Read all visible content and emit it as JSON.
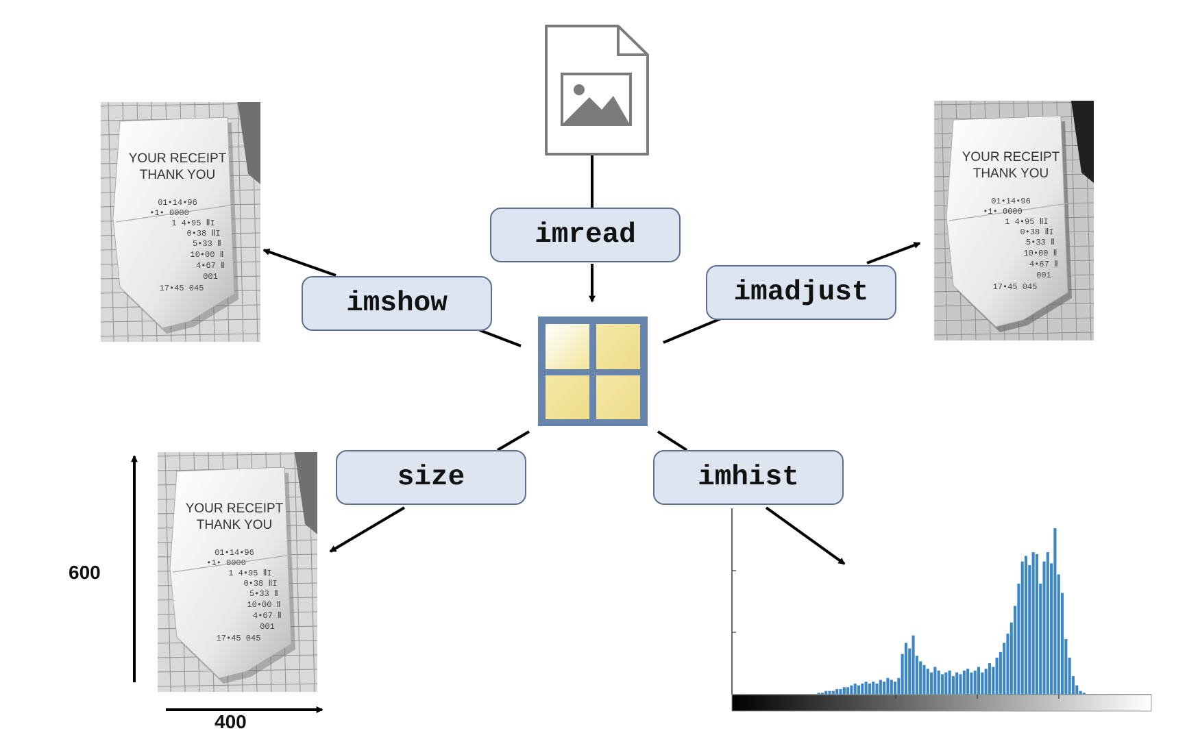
{
  "functions": {
    "imread": "imread",
    "imshow": "imshow",
    "imadjust": "imadjust",
    "size": "size",
    "imhist": "imhist"
  },
  "receipt": {
    "line1": "YOUR RECEIPT",
    "line2": "THANK YOU",
    "rows": [
      "01•14•96",
      "•1•      0000",
      "1        4•95  ⅡI",
      "0•38  ⅡI",
      "5•33  Ⅱ",
      "10•00  Ⅱ",
      "4•67  Ⅱ",
      "001",
      "17•45 045"
    ]
  },
  "dimensions": {
    "height": "600",
    "width": "400"
  },
  "icons": [
    "image-file-icon",
    "image-matrix-icon"
  ],
  "colors": {
    "box_fill": "#dce5f0",
    "box_border": "#5a6f8f",
    "histogram_bar": "#3b86c8",
    "arrow": "#000000"
  },
  "chart_data": {
    "type": "bar",
    "values": [
      0,
      0,
      0,
      0,
      0,
      0,
      0,
      0,
      0,
      0,
      0,
      0,
      0,
      0,
      0,
      0,
      0,
      0,
      0,
      0,
      0,
      0,
      0,
      1,
      1,
      2,
      2,
      2,
      3,
      3,
      4,
      4,
      5,
      6,
      5,
      6,
      7,
      6,
      7,
      6,
      8,
      7,
      9,
      8,
      7,
      9,
      22,
      28,
      25,
      32,
      21,
      18,
      16,
      14,
      12,
      15,
      13,
      11,
      12,
      13,
      10,
      12,
      11,
      13,
      14,
      12,
      13,
      15,
      12,
      14,
      17,
      15,
      20,
      23,
      28,
      33,
      39,
      48,
      60,
      72,
      75,
      70,
      77,
      76,
      60,
      72,
      77,
      71,
      90,
      65,
      55,
      30,
      20,
      10,
      5,
      2,
      1,
      0,
      0,
      0,
      0,
      0,
      0,
      0,
      0,
      0,
      0,
      0,
      0,
      0,
      0,
      0,
      0,
      0,
      0
    ],
    "ylim": [
      0,
      100
    ],
    "grid": false,
    "colorbar": "black-to-white gradient"
  }
}
